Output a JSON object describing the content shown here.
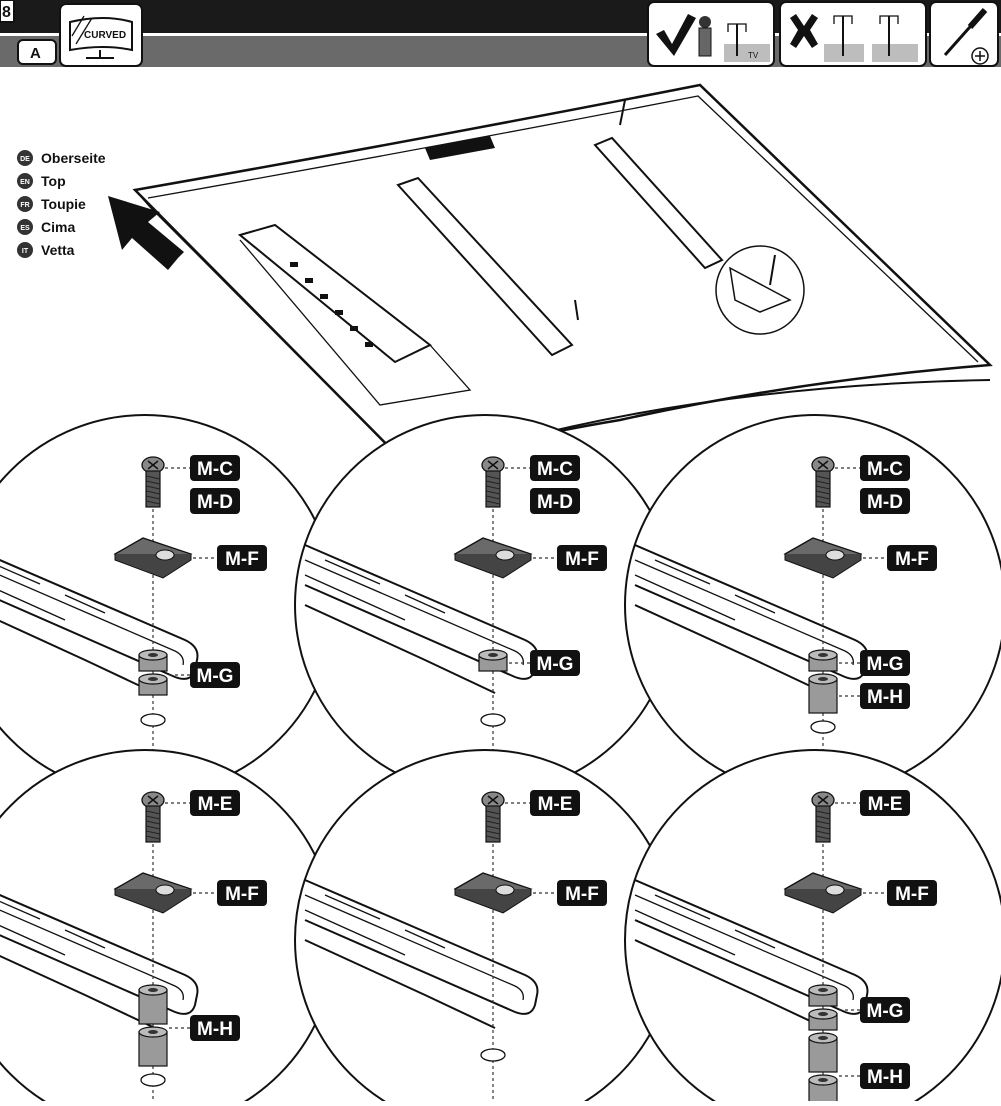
{
  "header": {
    "step_number": "8",
    "sub_step": "A",
    "curved_logo_text": "CURVED",
    "tv_tag": "TV",
    "colors": {
      "bar_dark": "#1a1a1a",
      "bar_mid": "#4a4a4a",
      "bar_light": "#7a7a7a"
    },
    "icons": [
      "curved-tv-icon",
      "check-icon",
      "cross-icon",
      "screwdriver-icon"
    ]
  },
  "orientation": {
    "items": [
      {
        "code": "DE",
        "label": "Oberseite"
      },
      {
        "code": "EN",
        "label": "Top"
      },
      {
        "code": "FR",
        "label": "Toupie"
      },
      {
        "code": "ES",
        "label": "Cima"
      },
      {
        "code": "IT",
        "label": "Vetta"
      }
    ]
  },
  "details": [
    {
      "screws": [
        "M-C",
        "M-D"
      ],
      "washer": "M-F",
      "spacers": [
        {
          "part": "M-G",
          "count": 2
        }
      ]
    },
    {
      "screws": [
        "M-C",
        "M-D"
      ],
      "washer": "M-F",
      "spacers": [
        {
          "part": "M-G",
          "count": 1
        }
      ]
    },
    {
      "screws": [
        "M-C",
        "M-D"
      ],
      "washer": "M-F",
      "spacers": [
        {
          "part": "M-G",
          "count": 1
        },
        {
          "part": "M-H",
          "count": 1
        }
      ]
    },
    {
      "screws": [
        "M-E"
      ],
      "washer": "M-F",
      "spacers": [
        {
          "part": "M-H",
          "count": 2
        }
      ]
    },
    {
      "screws": [
        "M-E"
      ],
      "washer": "M-F",
      "spacers": []
    },
    {
      "screws": [
        "M-E"
      ],
      "washer": "M-F",
      "spacers": [
        {
          "part": "M-G",
          "count": 2
        },
        {
          "part": "M-H",
          "count": 2
        }
      ]
    }
  ]
}
